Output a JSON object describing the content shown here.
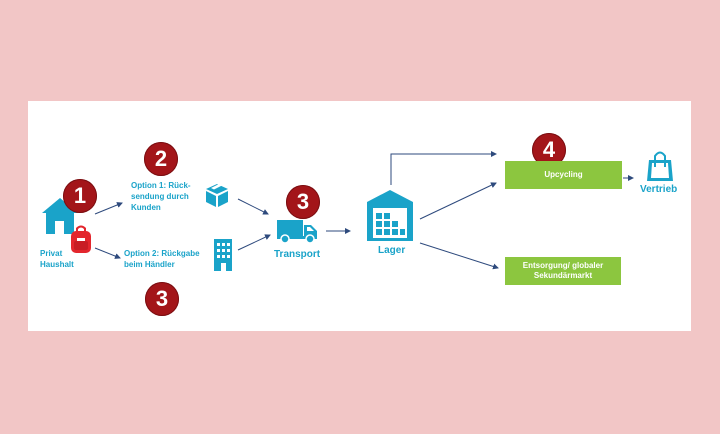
{
  "badges": {
    "household": "1",
    "option1": "2",
    "option2": "3",
    "transport": "3",
    "upcycling": "4"
  },
  "labels": {
    "household": "Privat\nHaushalt",
    "option1": "Option 1: Rück-\nsendung durch\nKunden",
    "option2": "Option 2: Rückgabe\nbeim Händler",
    "transport": "Transport",
    "lager": "Lager",
    "upcycling": "Upcycling",
    "entsorgung": "Entsorgung/ globaler\nSekundärmarkt",
    "vertrieb": "Vertrieb"
  },
  "colors": {
    "background": "#f2c6c6",
    "accent": "#1aa3c9",
    "badge": "#a31519",
    "green": "#8cc63f",
    "arrow": "#2e4a7d"
  },
  "icons": [
    "house-icon",
    "backpack-icon",
    "parcel-icon",
    "building-icon",
    "truck-icon",
    "warehouse-icon",
    "shopping-bag-icon"
  ]
}
